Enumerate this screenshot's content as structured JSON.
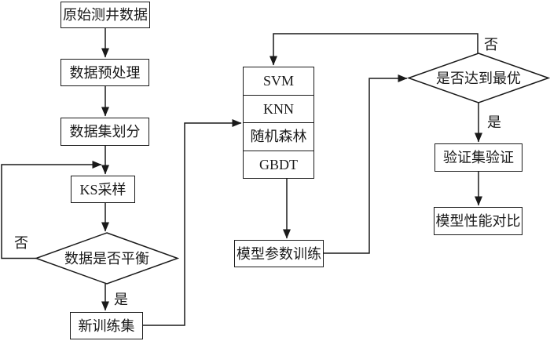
{
  "flowchart": {
    "nodes": {
      "raw_data": "原始测井数据",
      "preprocessing": "数据预处理",
      "dataset_split": "数据集划分",
      "ks_sampling": "KS采样",
      "balance_check": "数据是否平衡",
      "new_training_set": "新训练集",
      "model_svm": "SVM",
      "model_knn": "KNN",
      "model_rf": "随机森林",
      "model_gbdt": "GBDT",
      "param_training": "模型参数训练",
      "optimal_check": "是否达到最优",
      "validation": "验证集验证",
      "comparison": "模型性能对比"
    },
    "edge_labels": {
      "balance_no": "否",
      "balance_yes": "是",
      "optimal_no": "否",
      "optimal_yes": "是"
    },
    "colors": {
      "stroke": "#1a1a1a",
      "background": "#ffffff"
    }
  }
}
